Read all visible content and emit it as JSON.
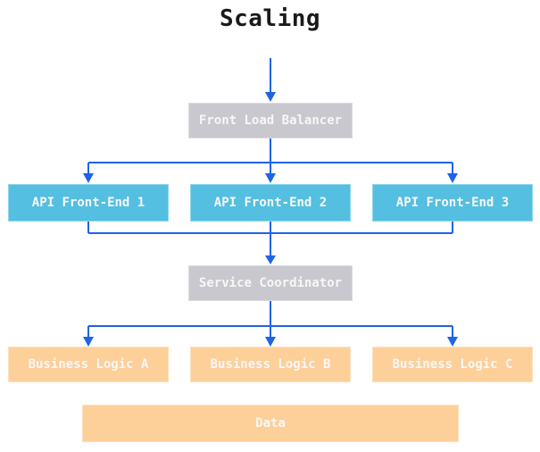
{
  "title": "Scaling",
  "colors": {
    "background": "#ffffff",
    "title_text": "#1a1a1a",
    "node_text": "#f7f7f7",
    "arrow": "#1f63e6",
    "gray_node": "#c9c8ce",
    "cyan_node": "#54bfe0",
    "orange_node": "#fdcf99"
  },
  "nodes": {
    "front_load_balancer": "Front Load Balancer",
    "api_front_end_1": "API Front-End 1",
    "api_front_end_2": "API Front-End 2",
    "api_front_end_3": "API Front-End 3",
    "service_coordinator": "Service Coordinator",
    "business_logic_a": "Business Logic A",
    "business_logic_b": "Business Logic B",
    "business_logic_c": "Business Logic C",
    "data": "Data"
  },
  "edges": [
    {
      "from": "start",
      "to": "Front Load Balancer"
    },
    {
      "from": "Front Load Balancer",
      "to": "API Front-End 1"
    },
    {
      "from": "Front Load Balancer",
      "to": "API Front-End 2"
    },
    {
      "from": "Front Load Balancer",
      "to": "API Front-End 3"
    },
    {
      "from": "API Front-End 1",
      "to": "Service Coordinator"
    },
    {
      "from": "API Front-End 2",
      "to": "Service Coordinator"
    },
    {
      "from": "API Front-End 3",
      "to": "Service Coordinator"
    },
    {
      "from": "Service Coordinator",
      "to": "Business Logic A"
    },
    {
      "from": "Service Coordinator",
      "to": "Business Logic B"
    },
    {
      "from": "Service Coordinator",
      "to": "Business Logic C"
    }
  ]
}
